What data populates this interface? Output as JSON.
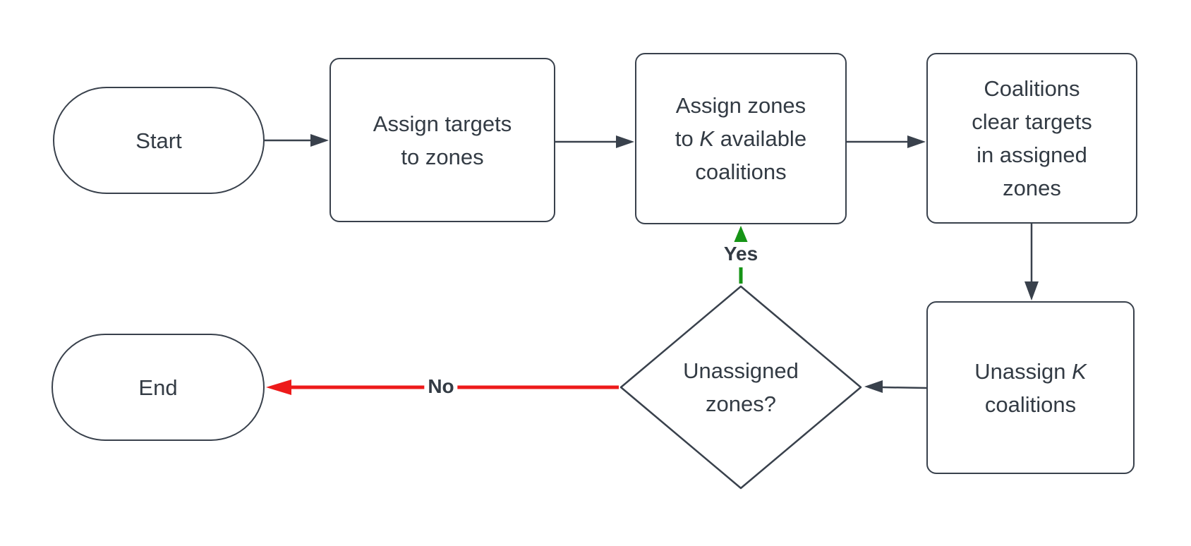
{
  "colors": {
    "stroke": "#39414c",
    "text": "#333b44",
    "yes_green": "#169416",
    "no_red": "#ed1a1a"
  },
  "nodes": {
    "start": {
      "label": "Start"
    },
    "assign_targets": {
      "label": "Assign targets\nto zones"
    },
    "assign_zones": {
      "before_k": "Assign zones\nto ",
      "k": "K",
      "after_k": " available\ncoalitions"
    },
    "coalitions_clear": {
      "label": "Coalitions\nclear targets\nin assigned\nzones"
    },
    "unassign": {
      "before_k": "Unassign ",
      "k": "K",
      "after_k": "\ncoalitions"
    },
    "decision": {
      "label": "Unassigned\nzones?"
    },
    "end": {
      "label": "End"
    }
  },
  "edges": {
    "yes_label": "Yes",
    "no_label": "No"
  }
}
